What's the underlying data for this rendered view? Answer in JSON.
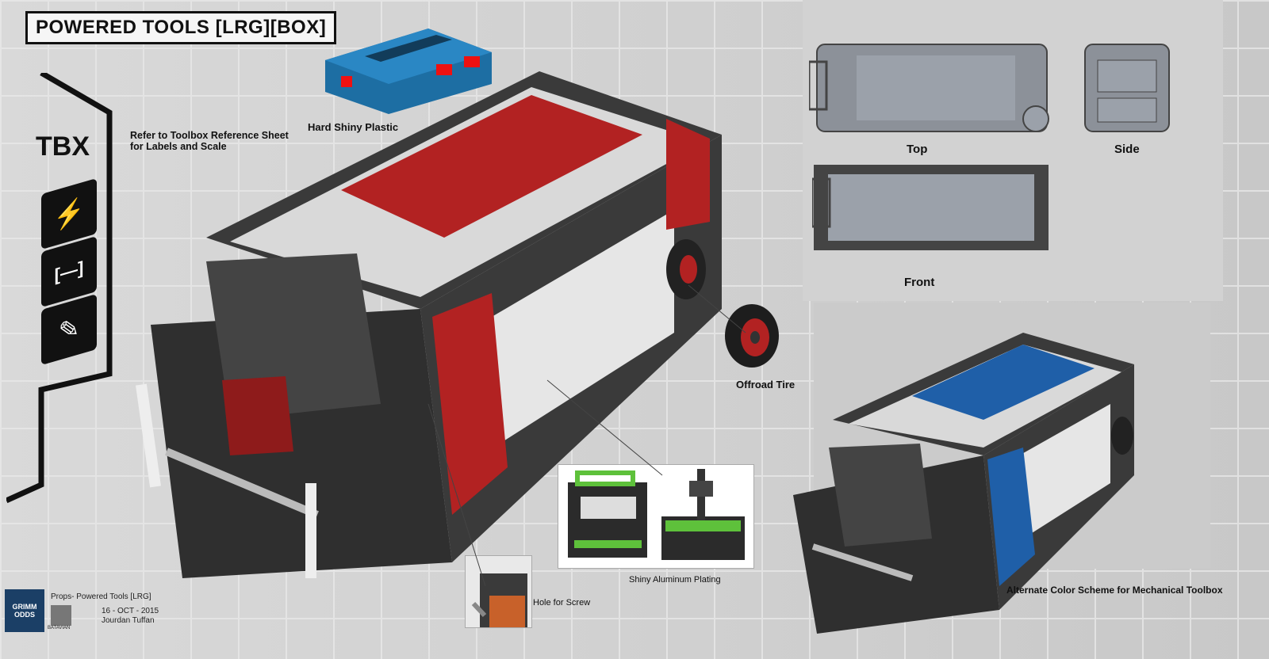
{
  "header": {
    "title": "POWERED TOOLS [LRG][BOX]"
  },
  "sidebar": {
    "badge": "TBX",
    "icons": [
      {
        "name": "lightning-icon",
        "glyph": "⚡"
      },
      {
        "name": "brackets-icon",
        "glyph": "[—]"
      },
      {
        "name": "wrench-icon",
        "glyph": "🔧"
      }
    ]
  },
  "notes": {
    "reference": "Refer to Toolbox Reference Sheet\nfor Labels and Scale",
    "hard_plastic": "Hard Shiny Plastic",
    "offroad_tire": "Offroad Tire",
    "aluminum": "Shiny Aluminum Plating",
    "screw_hole": "Hole for Screw",
    "alternate": "Alternate Color Scheme for Mechanical Toolbox"
  },
  "orthographic": {
    "top": "Top",
    "side": "Side",
    "front": "Front"
  },
  "credits": {
    "logo": "GRIMM ODDS",
    "project": "Props- Powered Tools [LRG]",
    "date": "16 - OCT - 2015",
    "author": "Jourdan Tuffan",
    "studio": "BATAVIAN"
  },
  "colors": {
    "main_box_accent": "#b22222",
    "alt_box_accent": "#1f5fa8",
    "frame": "#2b2b2b",
    "aluminum": "#e6e6e6"
  }
}
